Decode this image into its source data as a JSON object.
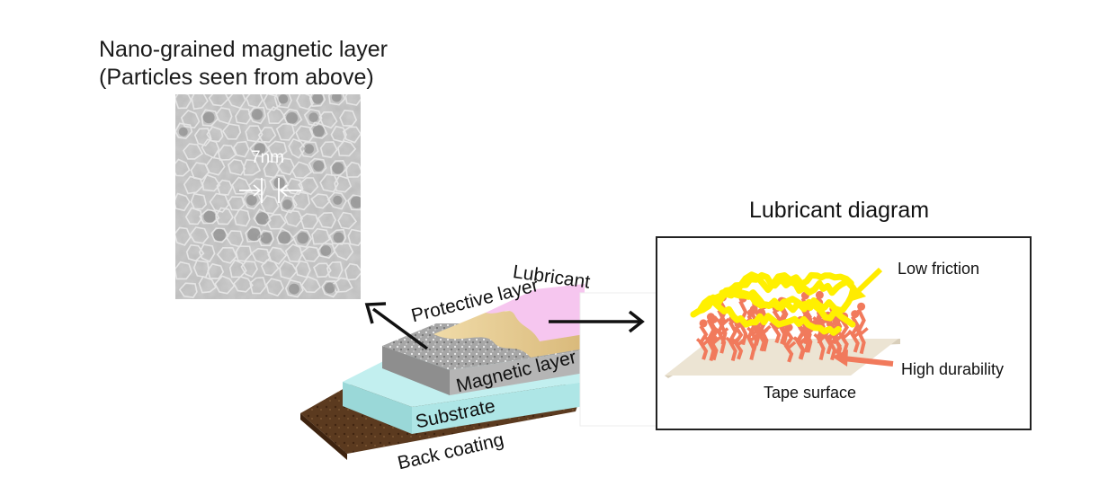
{
  "micrograph": {
    "title_line1": "Nano-grained magnetic layer",
    "title_line2": "(Particles seen from above)",
    "scale_label": "7nm"
  },
  "layers": {
    "lubricant": "Lubricant",
    "protective": "Protective layer",
    "magnetic": "Magnetic layer",
    "substrate": "Substrate",
    "back_coating": "Back coating"
  },
  "lubricant_diagram": {
    "title": "Lubricant diagram",
    "low_friction": "Low friction",
    "high_durability": "High durability",
    "tape_surface": "Tape surface"
  },
  "colors": {
    "back_coating": "#5a3a1e",
    "substrate": "#a9e3e3",
    "magnetic_layer": "#9e9e9e",
    "protective_layer": "#e6cc8f",
    "lubricant": "#f7c3ec",
    "lubricant_chains_yellow": "#ffeb00",
    "lubricant_chains_orange": "#f17a5c",
    "tape_surface": "#ebe3d3"
  },
  "icons": {
    "arrow_to_micrograph": "arrow-up-left-icon",
    "arrow_to_lubricant": "arrow-right-icon",
    "low_friction_arrow": "yellow-arrow-icon",
    "high_durability_arrow": "orange-arrow-icon"
  }
}
